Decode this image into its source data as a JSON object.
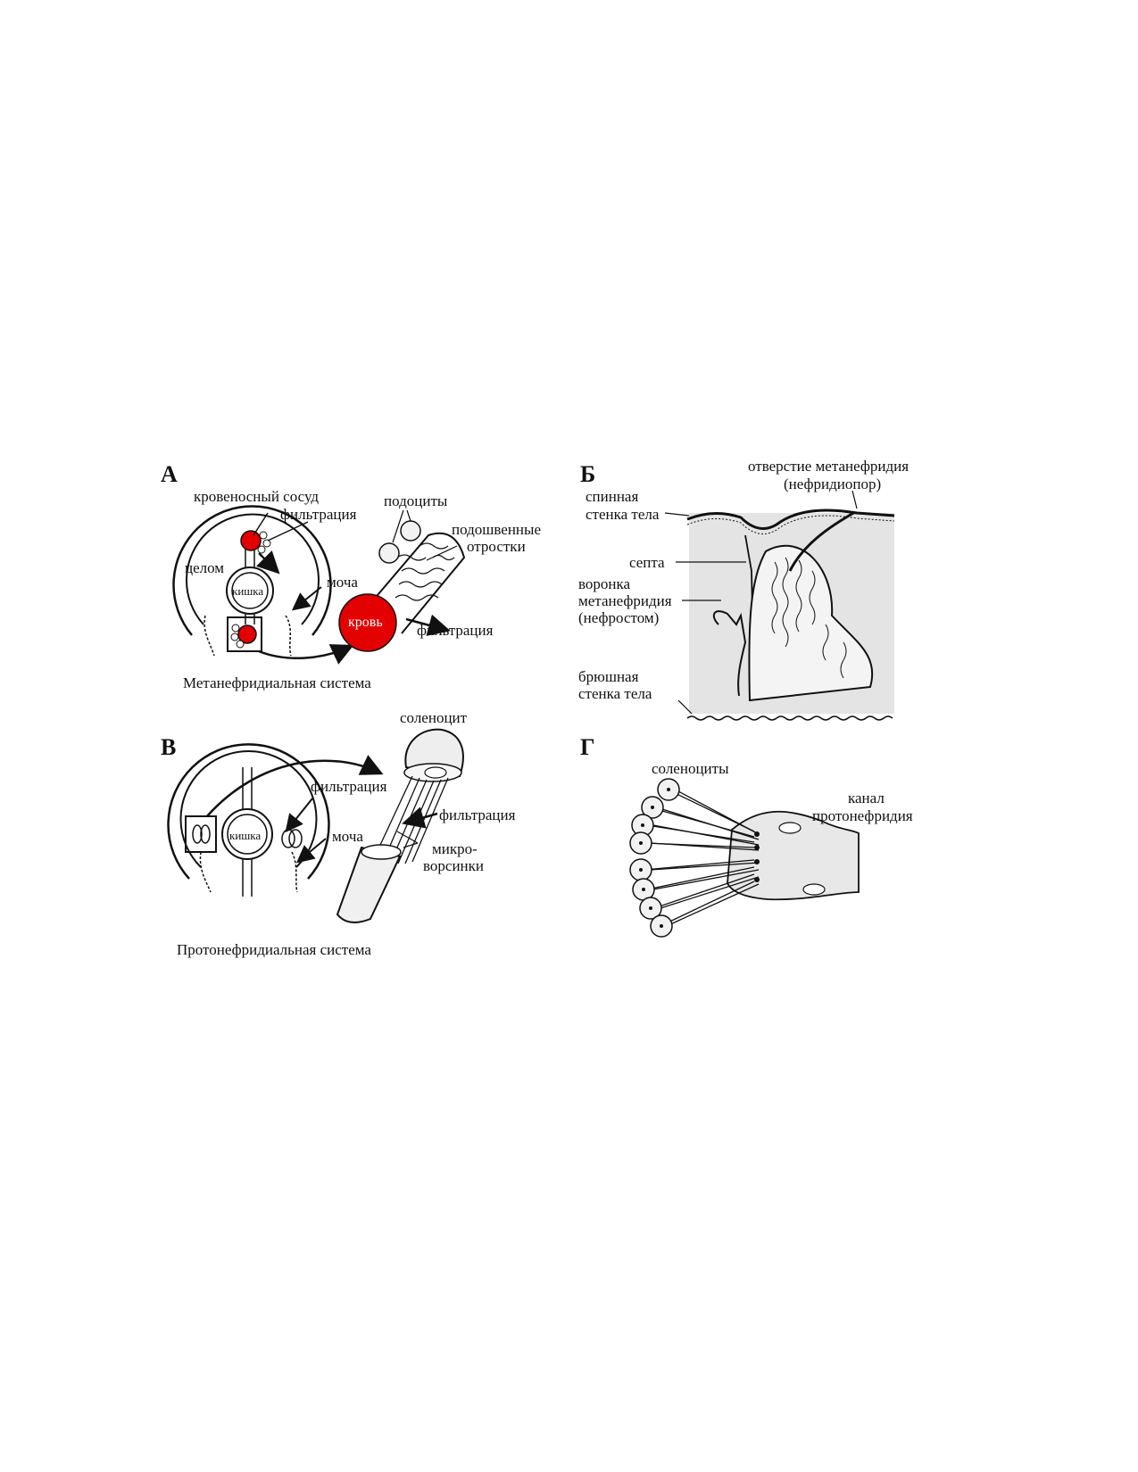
{
  "panels": {
    "a": {
      "letter": "А",
      "caption": "Метанефридиальная система",
      "labels": {
        "vessel": "кровеносный сосуд",
        "filtration_top": "фильтрация",
        "coelom": "целом",
        "gut": "кишка",
        "urine": "моча",
        "podocytes": "подоциты",
        "foot_processes_1": "подошвенные",
        "foot_processes_2": "отростки",
        "blood": "кровь",
        "filtration_right": "фильтрация"
      },
      "colors": {
        "blood": "#e20000"
      }
    },
    "b": {
      "letter": "Б",
      "labels": {
        "opening_1": "отверстие метанефридия",
        "opening_2": "(нефридиопор)",
        "dorsal_1": "спинная",
        "dorsal_2": "стенка тела",
        "septum": "септа",
        "funnel_1": "воронка",
        "funnel_2": "метанефридия",
        "funnel_3": "(нефростом)",
        "ventral_1": "брюшная",
        "ventral_2": "стенка тела"
      }
    },
    "c": {
      "letter": "В",
      "caption": "Протонефридиальная система",
      "labels": {
        "solenocyte": "соленоцит",
        "filtration_left": "фильтрация",
        "filtration_right": "фильтрация",
        "gut": "кишка",
        "urine": "моча",
        "microvilli_1": "микро-",
        "microvilli_2": "ворсинки"
      }
    },
    "d": {
      "letter": "Г",
      "labels": {
        "solenocytes": "соленоциты",
        "canal_1": "канал",
        "canal_2": "протонефридия"
      }
    }
  }
}
